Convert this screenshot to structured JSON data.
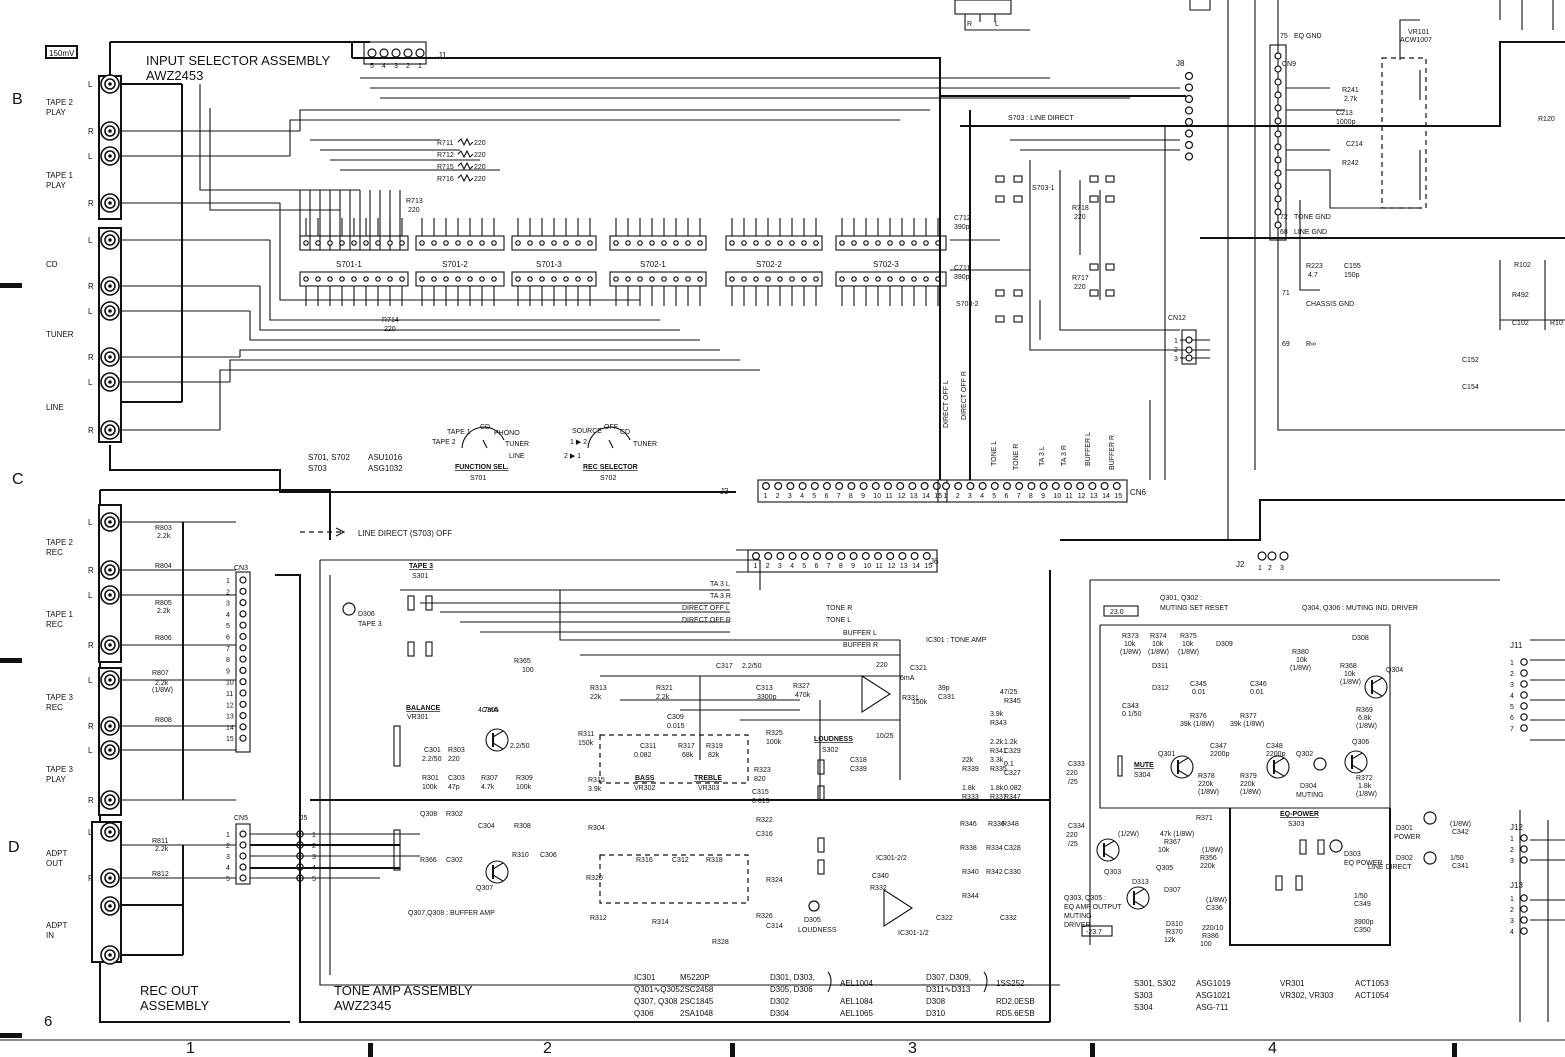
{
  "margin": {
    "rows": [
      "B",
      "C",
      "D"
    ],
    "cols": [
      "1",
      "2",
      "3",
      "4"
    ],
    "sheet": "6"
  },
  "level": "150mV",
  "input_selector": {
    "title": "INPUT SELECTOR ASSEMBLY",
    "part": "AWZ2453",
    "jacks": [
      {
        "label": "TAPE 2\nPLAY",
        "ch": [
          "L",
          "R"
        ]
      },
      {
        "label": "TAPE 1\nPLAY",
        "ch": [
          "L",
          "R"
        ]
      },
      {
        "label": "CD",
        "ch": [
          "L",
          "R"
        ]
      },
      {
        "label": "TUNER",
        "ch": [
          "L",
          "R"
        ]
      },
      {
        "label": "LINE",
        "ch": [
          "L",
          "R"
        ]
      }
    ],
    "resistors": [
      "R711",
      "R712",
      "R715",
      "R716",
      "R713",
      "R714",
      "R717",
      "R718"
    ],
    "resistor_values": [
      "220",
      "220",
      "220",
      "220",
      "220",
      "220",
      "220",
      "220"
    ],
    "switches": [
      "S701-1",
      "S701-2",
      "S701-3",
      "S702-1",
      "S702-2",
      "S702-3"
    ],
    "function_sel": {
      "positions": [
        "TAPE 1",
        "CD",
        "PHONO",
        "TAPE 2",
        "TUNER",
        "LINE"
      ],
      "title": "FUNCTION SEL.",
      "ref": "S701"
    },
    "rec_selector": {
      "positions": [
        "SOURCE",
        "OFF",
        "CD",
        "1 ▶ 2",
        "2 ▶ 1",
        "TUNER"
      ],
      "title": "REC SELECTOR",
      "ref": "S702"
    },
    "parts_table": [
      {
        "ref": "S701, S702",
        "part": "ASU1016"
      },
      {
        "ref": "S703",
        "part": "ASG1032"
      }
    ]
  },
  "line_direct": {
    "title": "S703 : LINE DIRECT",
    "s703": [
      "S703-1",
      "S703-2"
    ],
    "caps": [
      {
        "ref": "C712",
        "val": "390p"
      },
      {
        "ref": "C711",
        "val": "390p"
      }
    ],
    "connectors": [
      "J1",
      "J8",
      "J3",
      "CN6",
      "J6",
      "CN12",
      "J2"
    ],
    "bus_labels": [
      "DIRECT OFF L",
      "DIRECT OFF R",
      "TONE L",
      "TONE R",
      "TA 3 L",
      "TA 3 R",
      "BUFFER L",
      "BUFFER R"
    ]
  },
  "eq": {
    "nodes": [
      {
        "n": "75",
        "label": "EQ GND"
      },
      {
        "n": "72",
        "label": "TONE GND"
      },
      {
        "n": "68",
        "label": "LINE GND"
      },
      {
        "n": "71",
        "label": "CHASSIS GND"
      },
      {
        "n": "69",
        "label": "R∞"
      }
    ],
    "connector": "CN9",
    "vr": {
      "ref": "VR101",
      "part": "ACW1007"
    },
    "parts": [
      "R241",
      "2.7k",
      "C213",
      "1000p",
      "C214",
      "R242",
      "R223",
      "4.7",
      "C155",
      "150p",
      "R102",
      "R492",
      "C102",
      "R10",
      "C152",
      "C154",
      "R120"
    ]
  },
  "rec_out": {
    "title": "REC OUT",
    "title2": "ASSEMBLY",
    "jacks": [
      {
        "label": "TAPE 2\nREC",
        "ch": [
          "L",
          "R"
        ]
      },
      {
        "label": "TAPE 1\nREC",
        "ch": [
          "L",
          "R"
        ]
      },
      {
        "label": "TAPE 3\nREC",
        "ch": [
          "L",
          "R"
        ]
      },
      {
        "label": "TAPE 3\nPLAY",
        "ch": [
          "L",
          "R"
        ]
      },
      {
        "label": "ADPT\nOUT",
        "ch": [
          "L",
          "R"
        ]
      },
      {
        "label": "ADPT\nIN",
        "ch": []
      }
    ],
    "resistors": [
      "R803",
      "2.2k",
      "R804",
      "R805",
      "2.2k",
      "R806",
      "R807",
      "2.2k",
      "(1/8W)",
      "R808",
      "R811",
      "2.2k",
      "R812"
    ],
    "cn3": "CN3",
    "cn5": "CN5",
    "j5": "J5"
  },
  "tone_amp": {
    "title": "TONE AMP ASSEMBLY",
    "part": "AWZ2345",
    "line_direct_off": "LINE DIRECT (S703) OFF",
    "ic_label": "IC301 : TONE AMP",
    "buffer_label": "Q307,Q308 : BUFFER AMP",
    "tape3": {
      "label": "TAPE 3",
      "ref": "S301",
      "led": "D306",
      "led_label": "TAPE 3"
    },
    "balance": {
      "label": "BALANCE",
      "ref": "VR301"
    },
    "bass": {
      "label": "BASS",
      "ref": "VR302"
    },
    "treble": {
      "label": "TREBLE",
      "ref": "VR303"
    },
    "loudness": {
      "label": "LOUDNESS",
      "ref": "S302",
      "led": "D305",
      "led_label": "LOUDNESS"
    },
    "parts": [
      "R365",
      "100",
      "C317",
      "2.2/50",
      "C313",
      "3300p",
      "R327",
      "470k",
      "R313",
      "22k",
      "R321",
      "2.2k",
      "C309",
      "0.015",
      "R311",
      "150k",
      "C311",
      "0.082",
      "R317",
      "68k",
      "R319",
      "82k",
      "R325",
      "100k",
      "R323",
      "820",
      "C315",
      "0.015",
      "R315",
      "3.9k",
      "C301",
      "2.2/50",
      "R303",
      "220",
      "R301",
      "100k",
      "C303",
      "47p",
      "R307",
      "4.7k",
      "R309",
      "100k",
      "C305",
      "2.2/50",
      "4.7mA",
      "Q307",
      "Q308",
      "R302",
      "C304",
      "R308",
      "R310",
      "C306",
      "R366",
      "C302",
      "R304",
      "R316",
      "C312",
      "R318",
      "R320",
      "R312",
      "R314",
      "R322",
      "C316",
      "R324",
      "R326",
      "C314",
      "R328",
      "C318",
      "C339",
      "10/25",
      "R331",
      "150k",
      "C321",
      "39p",
      "C331",
      "47/25",
      "R345",
      "3.9k",
      "R343",
      "2.2k",
      "R341",
      "22k",
      "R339",
      "1.8k",
      "R333",
      "3.3k",
      "R335",
      "1.8k",
      "R337",
      "1.2k",
      "C329",
      "0.1",
      "C327",
      "0.082",
      "R347",
      "220",
      "6mA",
      "IC301-1/2",
      "IC301-2/2",
      "C340",
      "R332",
      "C322",
      "C332",
      "R346",
      "R336",
      "R338",
      "R334",
      "R340",
      "R342",
      "R344",
      "C328",
      "C330",
      "R348",
      "C333",
      "220",
      "/25",
      "C334",
      "220",
      "/25"
    ],
    "mute": {
      "level": "23.0",
      "neg": "-23.7",
      "q301_q302": "Q301, Q302 :",
      "reset": "MUTING SET RESET",
      "ind": "Q304, Q306 : MUTING IND. DRIVER",
      "eq_driver": "Q303, Q305 :\nEQ AMP OUTPUT\nMUTING\nDRIVER",
      "mute_label": "MUTE",
      "mute_ref": "S304",
      "eq_power": "EQ-POWER",
      "eq_power_ref": "S303",
      "leds": [
        "D301\nPOWER",
        "D303\nEQ POWER",
        "D302\nLINE DIRECT",
        "D304\nMUTING"
      ],
      "parts": [
        "R373",
        "10k",
        "(1/8W)",
        "R374",
        "10k",
        "(1/8W)",
        "R375",
        "10k",
        "(1/8W)",
        "D309",
        "D308",
        "R380",
        "10k",
        "(1/8W)",
        "R368",
        "10k",
        "(1/8W)",
        "Q304",
        "D311",
        "D312",
        "C345",
        "0.01",
        "C346",
        "0.01",
        "C343",
        "0.1/50",
        "R376",
        "39k (1/8W)",
        "R377",
        "39k (1/8W)",
        "R369",
        "6.8k",
        "(1/8W)",
        "C347",
        "2200p",
        "C348",
        "2200p",
        "Q301",
        "Q302",
        "Q306",
        "R378",
        "220k",
        "(1/8W)",
        "R379",
        "220k",
        "(1/8W)",
        "R372",
        "1.8k",
        "(1/8W)",
        "R371",
        "47k (1/8W)",
        "R367",
        "10k",
        "(1/2W)",
        "Q303",
        "D313",
        "Q305",
        "D307",
        "D310",
        "R370",
        "12k",
        "(1/8W)",
        "R356",
        "220k",
        "(1/8W)",
        "C336",
        "220/10",
        "R386",
        "100",
        "(1/8W)",
        "C342",
        "1/50",
        "C341",
        "1/50",
        "C349",
        "3900p",
        "C350",
        "3900p"
      ]
    },
    "connectors": [
      "J11",
      "J12",
      "J13"
    ]
  },
  "parts_table": [
    {
      "ref": "IC301",
      "part": "M5220P"
    },
    {
      "ref": "Q301∿Q305",
      "part": "2SC2458"
    },
    {
      "ref": "Q307, Q308",
      "part": "2SC1845"
    },
    {
      "ref": "Q306",
      "part": "2SA1048"
    },
    {
      "ref": "D301, D303,\nD305, D306",
      "part": "AEL1004"
    },
    {
      "ref": "D302",
      "part": "AEL1084"
    },
    {
      "ref": "D304",
      "part": "AEL1065"
    },
    {
      "ref": "D307, D309,\nD311∿D313",
      "part": "1SS252"
    },
    {
      "ref": "D308",
      "part": "RD2.0ESB"
    },
    {
      "ref": "D310",
      "part": "RD5.6ESB"
    },
    {
      "ref": "S301, S302",
      "part": "ASG1019"
    },
    {
      "ref": "S303",
      "part": "ASG1021"
    },
    {
      "ref": "S304",
      "part": "ASG-711"
    },
    {
      "ref": "VR301",
      "part": "ACT1053"
    },
    {
      "ref": "VR302, VR303",
      "part": "ACT1054"
    }
  ],
  "colors": {
    "ink": "#111111",
    "paper": "#ffffff"
  }
}
